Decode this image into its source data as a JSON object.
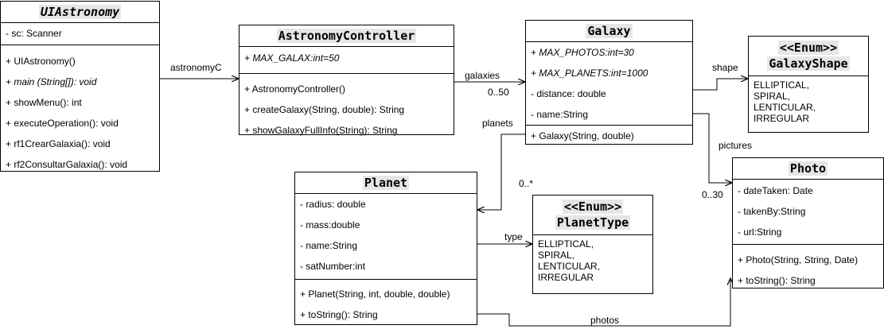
{
  "classes": {
    "ui": {
      "name": "UIAstronomy",
      "attributes": [
        "- sc: Scanner"
      ],
      "methods": [
        "+ UIAstronomy()",
        "+ main (String[]): void",
        "+ showMenu(): int",
        "+ executeOperation(): void",
        "+ rf1CrearGalaxia(): void",
        "+ rf2ConsultarGalaxia(): void"
      ]
    },
    "controller": {
      "name": "AstronomyController",
      "attributes": [
        "+ MAX_GALAX:int=50"
      ],
      "methods": [
        "+ AstronomyController()",
        "+ createGalaxy(String, double): String",
        "+ showGalaxyFullInfo(String): String"
      ]
    },
    "galaxy": {
      "name": "Galaxy",
      "attributes": [
        "+ MAX_PHOTOS:int=30",
        "+ MAX_PLANETS:int=1000",
        "- distance: double",
        "- name:String"
      ],
      "methods": [
        "+ Galaxy(String, double)"
      ]
    },
    "galaxyShape": {
      "stereotype": "<<Enum>>",
      "name": "GalaxyShape",
      "literals": [
        "ELLIPTICAL,",
        "SPIRAL,",
        "LENTICULAR,",
        "IRREGULAR"
      ]
    },
    "planet": {
      "name": "Planet",
      "attributes": [
        "- radius: double",
        "- mass:double",
        "- name:String",
        "- satNumber:int"
      ],
      "methods": [
        "+ Planet(String, int, double, double)",
        "+ toString(): String"
      ]
    },
    "planetType": {
      "stereotype": "<<Enum>>",
      "name": "PlanetType",
      "literals": [
        "ELLIPTICAL,",
        "SPIRAL,",
        "LENTICULAR,",
        "IRREGULAR"
      ]
    },
    "photo": {
      "name": "Photo",
      "attributes": [
        "- dateTaken: Date",
        "- takenBy:String",
        "- url:String"
      ],
      "methods": [
        "+ Photo(String, String, Date)",
        "+ toString(): String"
      ]
    }
  },
  "associations": {
    "astronomyC": "astronomyC",
    "galaxies": "galaxies",
    "galaxies_mult": "0..50",
    "planets": "planets",
    "planets_mult": "0..*",
    "shape": "shape",
    "pictures": "pictures",
    "pictures_mult": "0..30",
    "type": "type",
    "photos": "photos"
  }
}
